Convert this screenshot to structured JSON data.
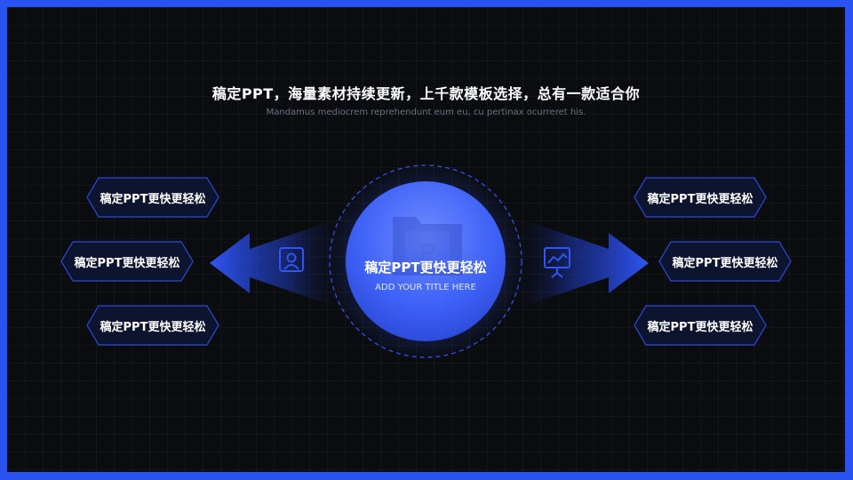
{
  "header": {
    "title": "稿定PPT，海量素材持续更新，上千款模板选择，总有一款适合你",
    "subtitle": "Mandamus mediocrem reprehendunt eum eu, cu pertinax ocurreret his."
  },
  "center": {
    "title": "稿定PPT更快更轻松",
    "subtitle": "ADD YOUR TITLE HERE",
    "icon": "folder-p-icon"
  },
  "left_items": [
    {
      "label": "稿定PPT更快更轻松"
    },
    {
      "label": "稿定PPT更快更轻松"
    },
    {
      "label": "稿定PPT更快更轻松"
    }
  ],
  "right_items": [
    {
      "label": "稿定PPT更快更轻松"
    },
    {
      "label": "稿定PPT更快更轻松"
    },
    {
      "label": "稿定PPT更快更轻松"
    }
  ],
  "icons": {
    "left_arrow": "user-card-icon",
    "right_arrow": "presentation-board-icon"
  },
  "colors": {
    "frame": "#2a52f0",
    "background": "#0b0c10",
    "accent": "#2f56f5",
    "hex_fill": "#0d1430",
    "hex_border": "#2c4ad8"
  }
}
